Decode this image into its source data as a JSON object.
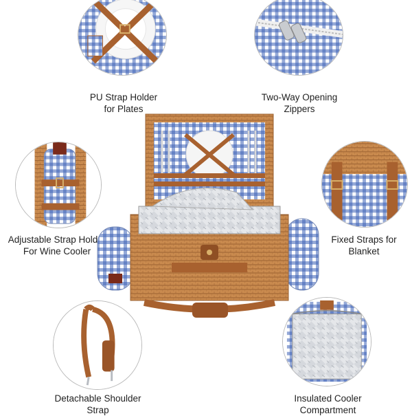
{
  "features": [
    {
      "id": "plates",
      "icon": "plate-strap-photo",
      "lines": [
        "PU Strap Holder",
        "for Plates"
      ]
    },
    {
      "id": "zippers",
      "icon": "zipper-photo",
      "lines": [
        "Two-Way Opening",
        "Zippers"
      ]
    },
    {
      "id": "wine",
      "icon": "wine-cooler-photo",
      "lines": [
        "Adjustable Strap Holder",
        "For Wine Cooler"
      ]
    },
    {
      "id": "blanket",
      "icon": "blanket-strap-photo",
      "lines": [
        "Fixed Straps for",
        "Blanket"
      ]
    },
    {
      "id": "shoulder",
      "icon": "shoulder-strap-photo",
      "lines": [
        "Detachable Shoulder",
        "Strap"
      ]
    },
    {
      "id": "cooler",
      "icon": "cooler-compartment-photo",
      "lines": [
        "Insulated Cooler",
        "Compartment"
      ]
    }
  ],
  "colors": {
    "gingham_blue": "#3d63b5",
    "wicker": "#c98a4e",
    "leather": "#a8612f",
    "foil": "#cfd3d8"
  }
}
